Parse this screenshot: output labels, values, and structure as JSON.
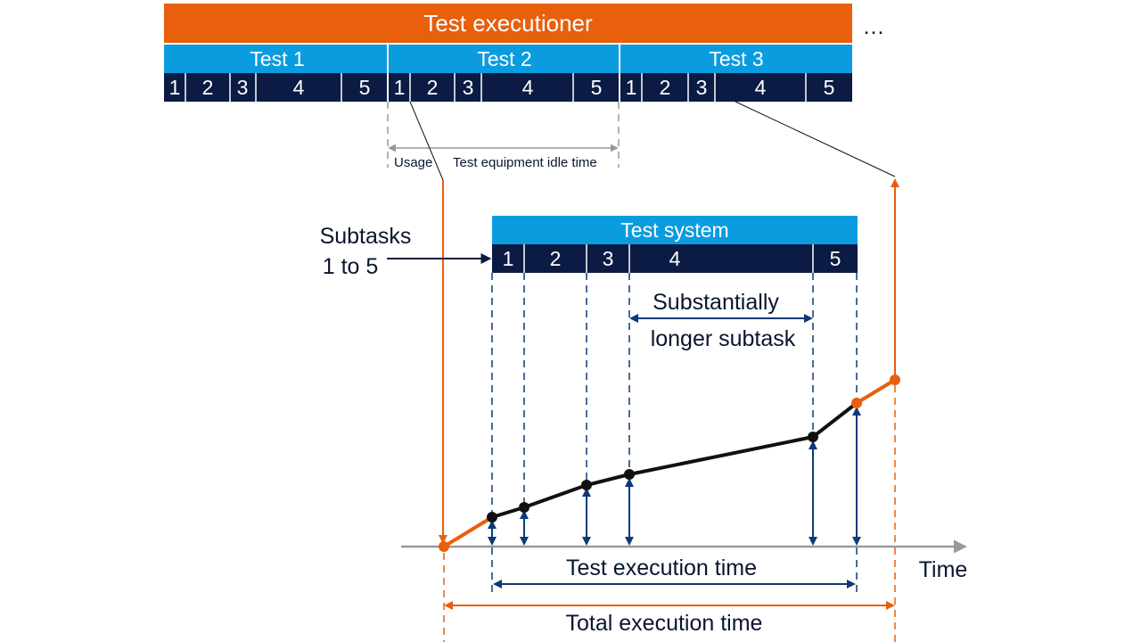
{
  "colors": {
    "orange": "#e85f0c",
    "light_blue": "#0b9ce0",
    "navy": "#0c1b44",
    "gray": "#999999",
    "black": "#111111",
    "dark_blue": "#0c3a78"
  },
  "header": {
    "executioner_label": "Test executioner",
    "ellipsis": "…",
    "tests": [
      {
        "label": "Test 1",
        "subtasks": [
          "1",
          "2",
          "3",
          "4",
          "5"
        ]
      },
      {
        "label": "Test 2",
        "subtasks": [
          "1",
          "2",
          "3",
          "4",
          "5"
        ]
      },
      {
        "label": "Test 3",
        "subtasks": [
          "1",
          "2",
          "3",
          "4",
          "5"
        ]
      }
    ],
    "usage_label": "Usage",
    "idle_label": "Test equipment idle time"
  },
  "test_system": {
    "title": "Test system",
    "subtasks": [
      "1",
      "2",
      "3",
      "4",
      "5"
    ]
  },
  "labels": {
    "subtasks_line1": "Subtasks",
    "subtasks_line2": "1 to 5",
    "longer_line1": "Substantially",
    "longer_line2": "longer subtask",
    "time_axis": "Time",
    "test_execution_time": "Test execution time",
    "total_execution_time": "Total execution time"
  }
}
